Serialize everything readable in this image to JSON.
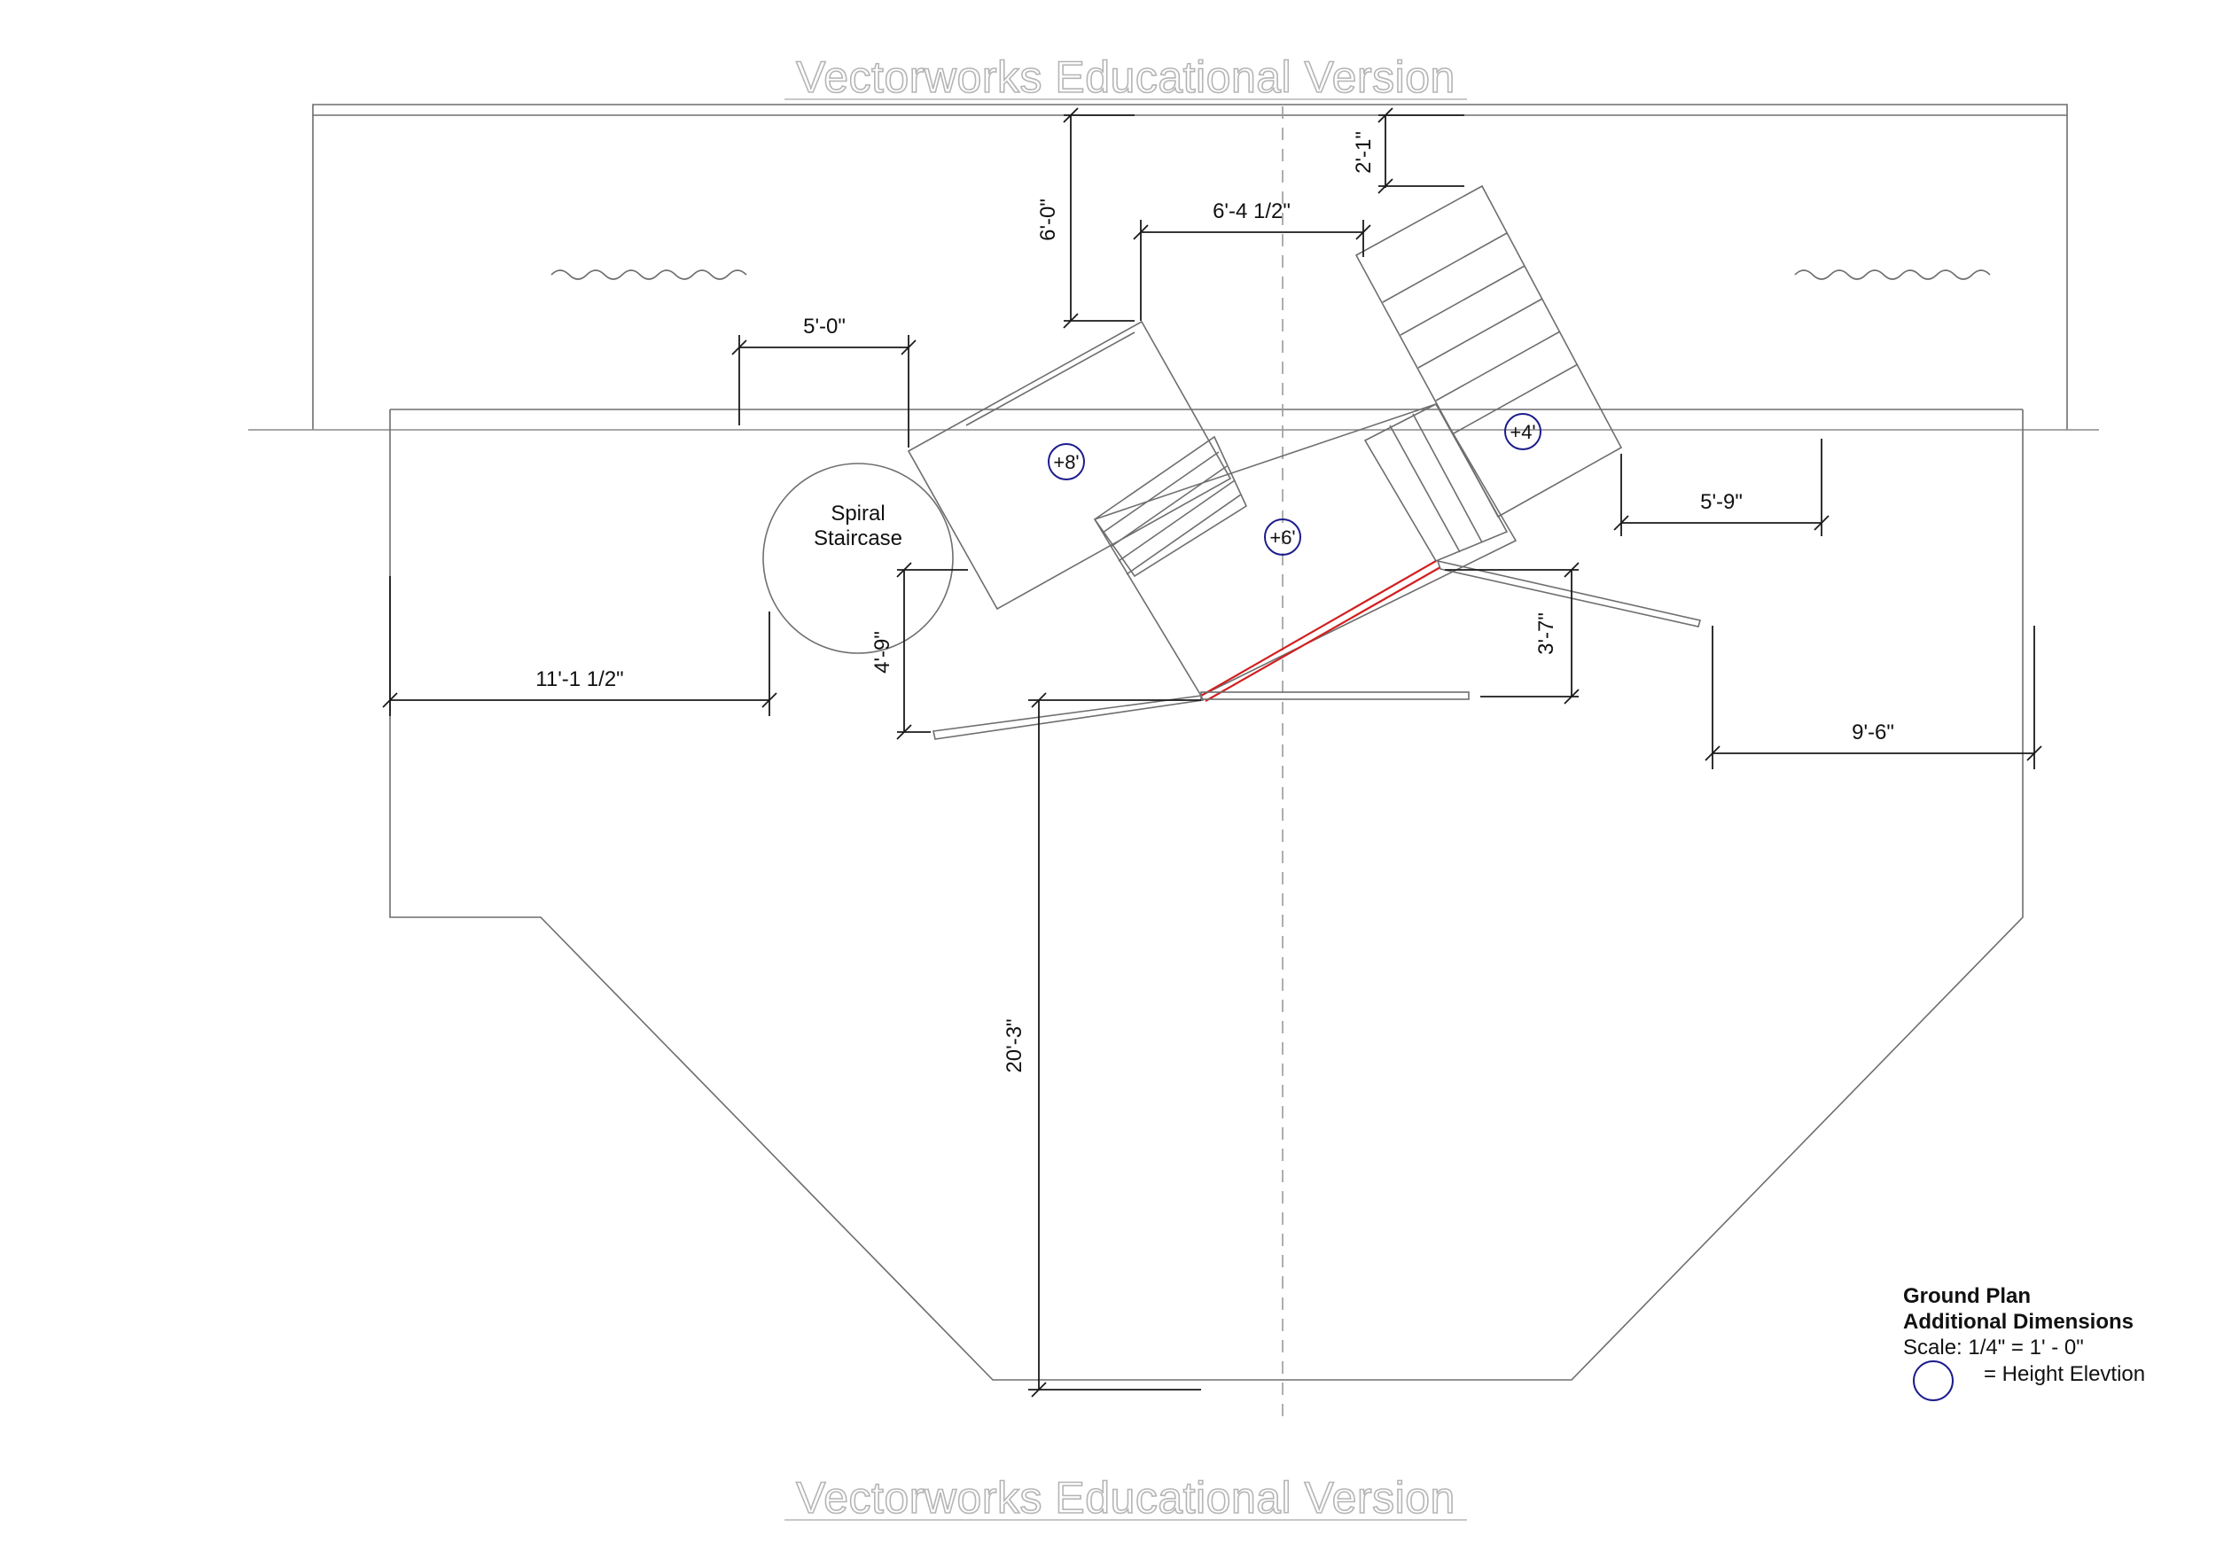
{
  "watermark": {
    "top": "Vectorworks Educational Version",
    "bottom": "Vectorworks Educational Version"
  },
  "labels": {
    "spiral_line1": "Spiral",
    "spiral_line2": "Staircase"
  },
  "elevations": {
    "e8": "+8'",
    "e6": "+6'",
    "e4": "+4'"
  },
  "dimensions": {
    "d_6_0": "6'-0\"",
    "d_2_1": "2'-1\"",
    "d_6_4_half": "6'-4 1/2\"",
    "d_5_0": "5'-0\"",
    "d_5_9": "5'-9\"",
    "d_4_9": "4'-9\"",
    "d_3_7": "3'-7\"",
    "d_11_1_half": "11'-1 1/2\"",
    "d_9_6": "9'-6\"",
    "d_20_3": "20'-3\""
  },
  "legend": {
    "title": "Ground Plan",
    "subtitle": "Additional Dimensions",
    "scale": "Scale: 1/4\" = 1' - 0\"",
    "key": "= Height Elevtion"
  },
  "colors": {
    "elevation_circle": "#1c1c8c",
    "highlight_edge": "#d21f1f"
  }
}
